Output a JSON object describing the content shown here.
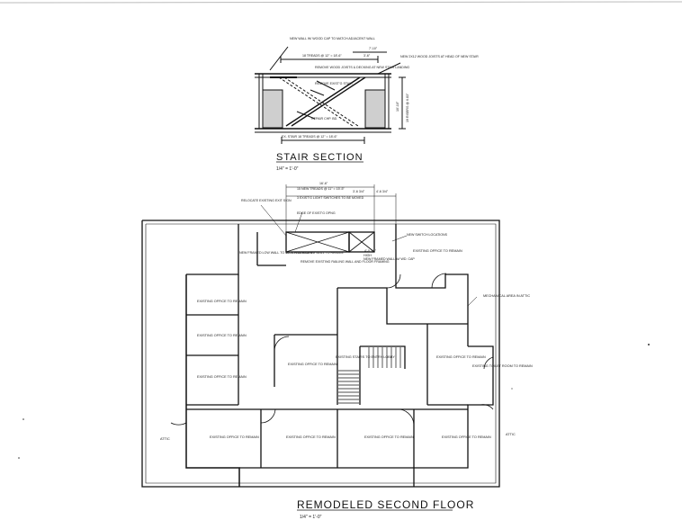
{
  "stair_section": {
    "title": "STAIR SECTION",
    "scale": "1/4\" = 1'-0\"",
    "notes": {
      "new_wall": "NEW WALL W/ WOOD CAP TO MATCH ADJACENT WALL",
      "treads_top": "18 TREADS @ 12\" = 18'-6\"",
      "dim_a": "7'-10\"",
      "dim_b": "3'-6\"",
      "new_joists": "NEW 2X12 WOOD JOISTS AT HEAD OF NEW STAIR",
      "remove_joists": "REMOVE WOOD JOISTS & DECKING AT NEW STAIR LANDING",
      "remove_stair": "REMOVE EXIST'G STAIR",
      "repair": "REPAIR CHP. BD.",
      "risers": "19 RISERS @ 6.83\"",
      "height": "10'-10\"",
      "treads_bottom": "EX. STAIR 18 TREADS @ 12\" = 18'-6\""
    }
  },
  "floor_plan": {
    "title": "REMODELED SECOND FLOOR",
    "scale": "1/4\" = 1'-0\"",
    "top_notes": {
      "dim_overall": "16'-6\"",
      "treads": "15 NEW TREADS @ 11\" = 15'-5\"",
      "dim_left": "3'-6 3/4\"",
      "dim_right": "4'-6 3/4\"",
      "relocate_exit": "RELOCATE EXISTING EXIT SIGN",
      "switches": "3 EXIST'G LIGHT SWITCHES TO BE MOVED",
      "edge_opening": "EDGE OF EXIST'G OPNG",
      "new_framed_wall": "NEW FRAMED LOW WALL TO MATCH ADJACENT",
      "railing": "EXISTING RAILING WALL TO REMAIN",
      "remove_railing": "REMOVE EXISTING RAILING WALL AND FLOOR FRAMING",
      "new_switch": "NEW SWITCH LOCATIONS",
      "new_framed": "NEW FRAMED WALL W/ WD. CAP",
      "dim_mid": "4'-0 3/4\"",
      "high": "HIGH"
    },
    "rooms": {
      "office_tr": "EXISTING OFFICE TO REMAIN",
      "mech": "MECHANICAL AREA IN ATTIC",
      "office_l1": "EXISTING OFFICE TO REMAIN",
      "office_l2": "EXISTING OFFICE TO REMAIN",
      "office_l3": "EXISTING OFFICE TO REMAIN",
      "office_center": "EXISTING OFFICE TO REMAIN",
      "stairs": "EXISTING STAIRS TO ENTRY LOBBY",
      "office_r": "EXISTING OFFICE TO REMAIN",
      "toilet": "EXISTING TOILET ROOM TO REMAIN",
      "office_b1": "EXISTING OFFICE TO REMAIN",
      "office_b2": "EXISTING OFFICE TO REMAIN",
      "office_b3": "EXISTING OFFICE TO REMAIN",
      "office_b4": "EXISTING OFFICE TO REMAIN",
      "attic_l": "ATTIC",
      "attic_r": "ATTIC"
    }
  }
}
